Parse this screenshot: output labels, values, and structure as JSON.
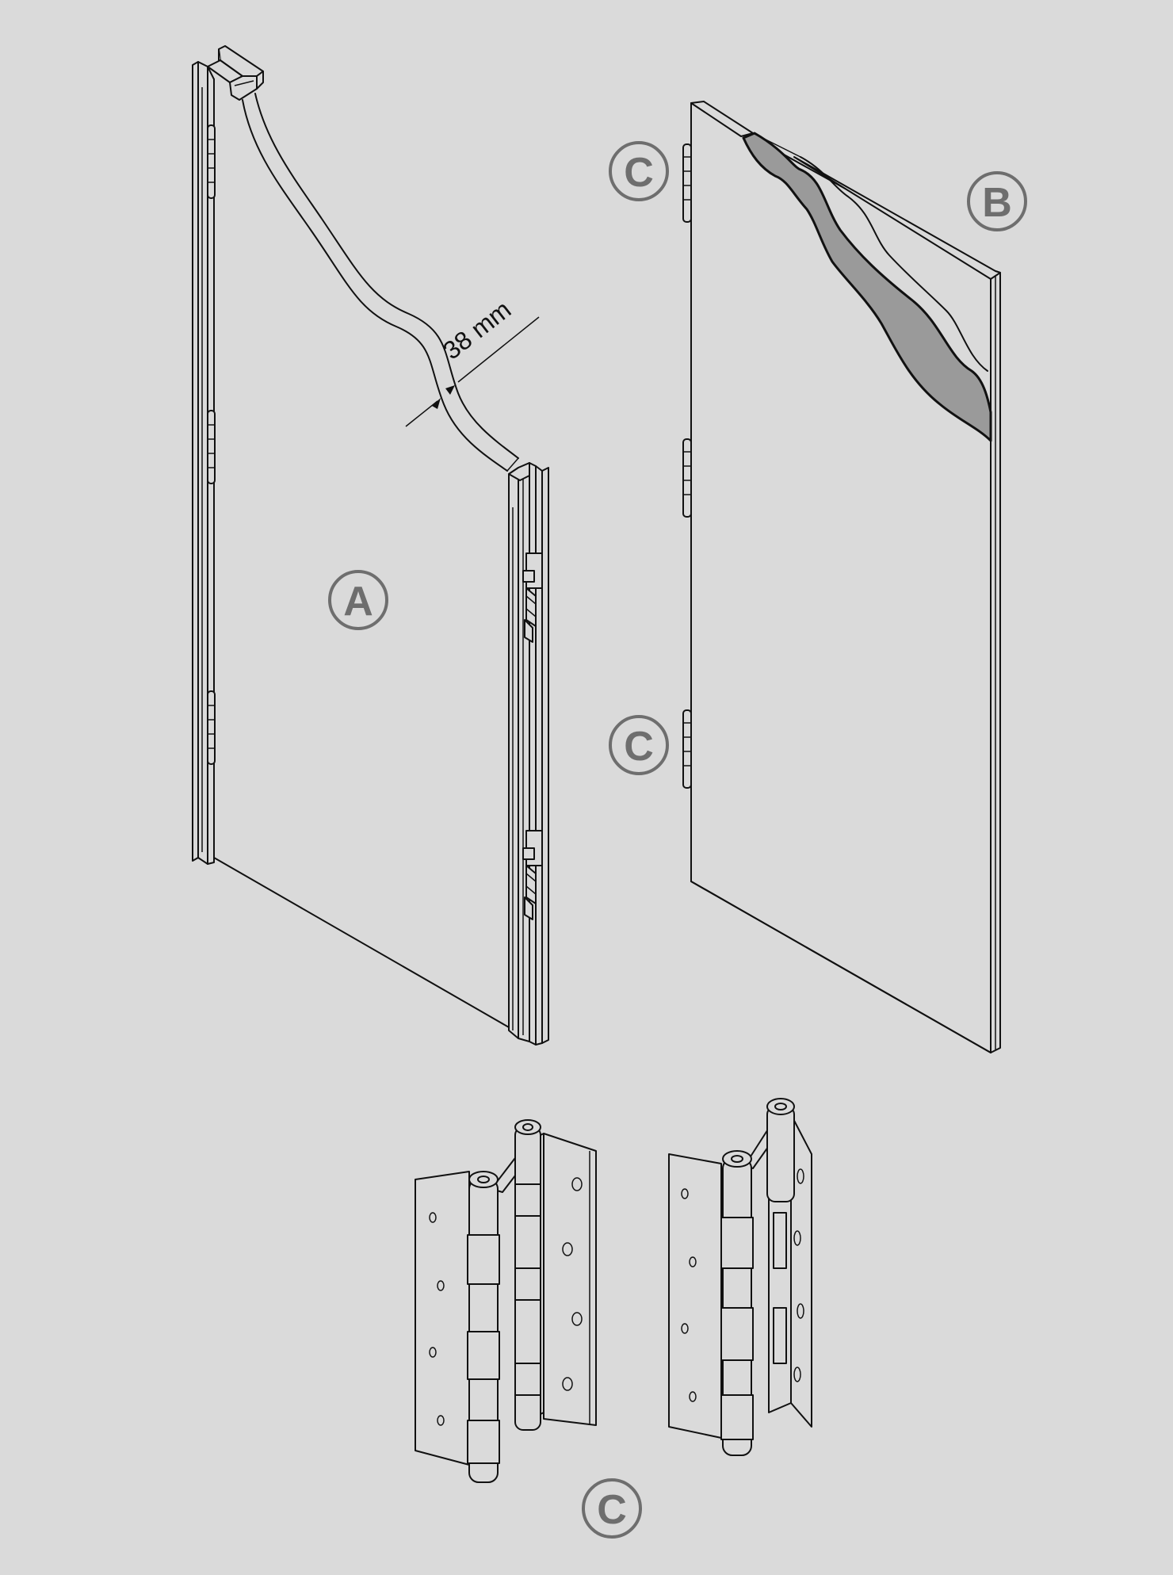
{
  "callouts": {
    "a": "A",
    "b": "B",
    "c_top": "C",
    "c_middle": "C",
    "c_bottom": "C"
  },
  "dimension": {
    "thickness_label": "38 mm"
  },
  "colors": {
    "background": "#dadada",
    "line": "#111111",
    "callout": "#6e6e6e",
    "section_fill": "#9a9a9a"
  }
}
